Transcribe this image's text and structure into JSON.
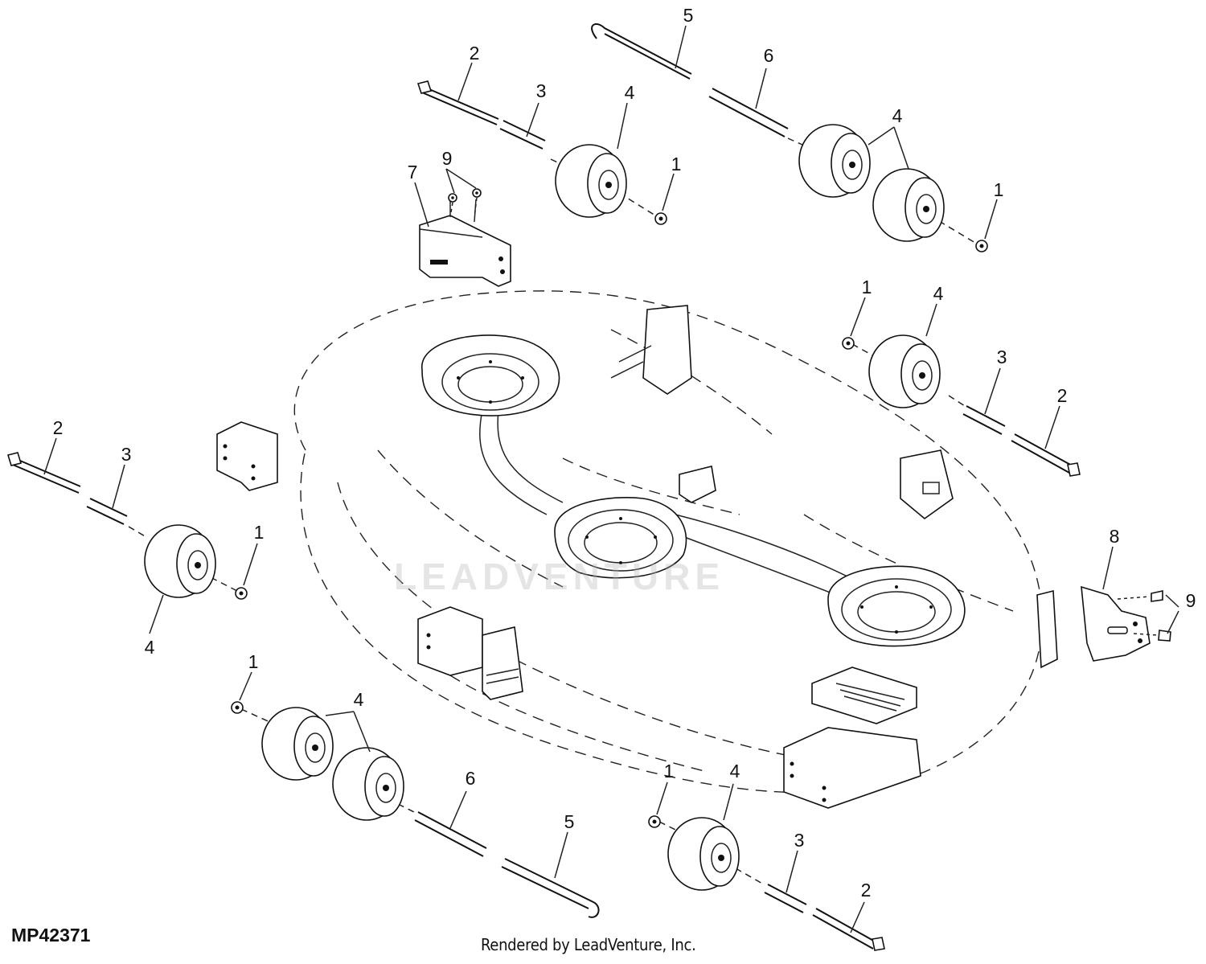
{
  "figure": {
    "id_label": "MP42371",
    "credit": "Rendered by LeadVenture, Inc.",
    "watermark": "LEADVENTURE"
  },
  "callouts": {
    "c1": "1",
    "c2": "2",
    "c3": "3",
    "c4": "4",
    "c5": "5",
    "c6": "6",
    "c7": "7",
    "c8": "8",
    "c9": "9"
  }
}
